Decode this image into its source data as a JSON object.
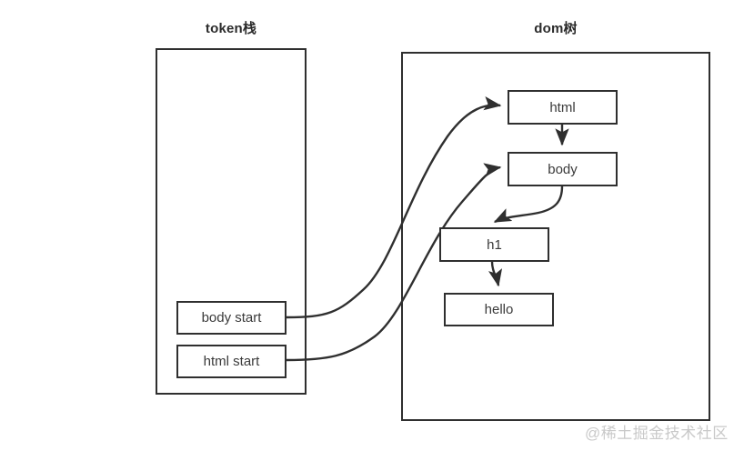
{
  "diagram": {
    "background": "#ffffff",
    "stroke_color": "#2f2f2f",
    "text_color": "#3a3a3a"
  },
  "panels": {
    "token_stack": {
      "title": "token栈",
      "items": [
        {
          "label": "body start"
        },
        {
          "label": "html start"
        }
      ]
    },
    "dom_tree": {
      "title": "dom树",
      "nodes": [
        {
          "label": "html"
        },
        {
          "label": "body"
        },
        {
          "label": "h1"
        },
        {
          "label": "hello"
        }
      ]
    }
  },
  "edges": [
    {
      "from": "body start",
      "to": "html",
      "style": "curved-arrow"
    },
    {
      "from": "html start",
      "to": "body",
      "style": "curved-arrow"
    },
    {
      "from": "html",
      "to": "body",
      "style": "straight-arrow"
    },
    {
      "from": "body",
      "to": "h1",
      "style": "curved-arrow"
    },
    {
      "from": "h1",
      "to": "hello",
      "style": "curved-arrow"
    }
  ],
  "watermark": {
    "text": "@稀土掘金技术社区",
    "color": "#c9c9c9"
  }
}
